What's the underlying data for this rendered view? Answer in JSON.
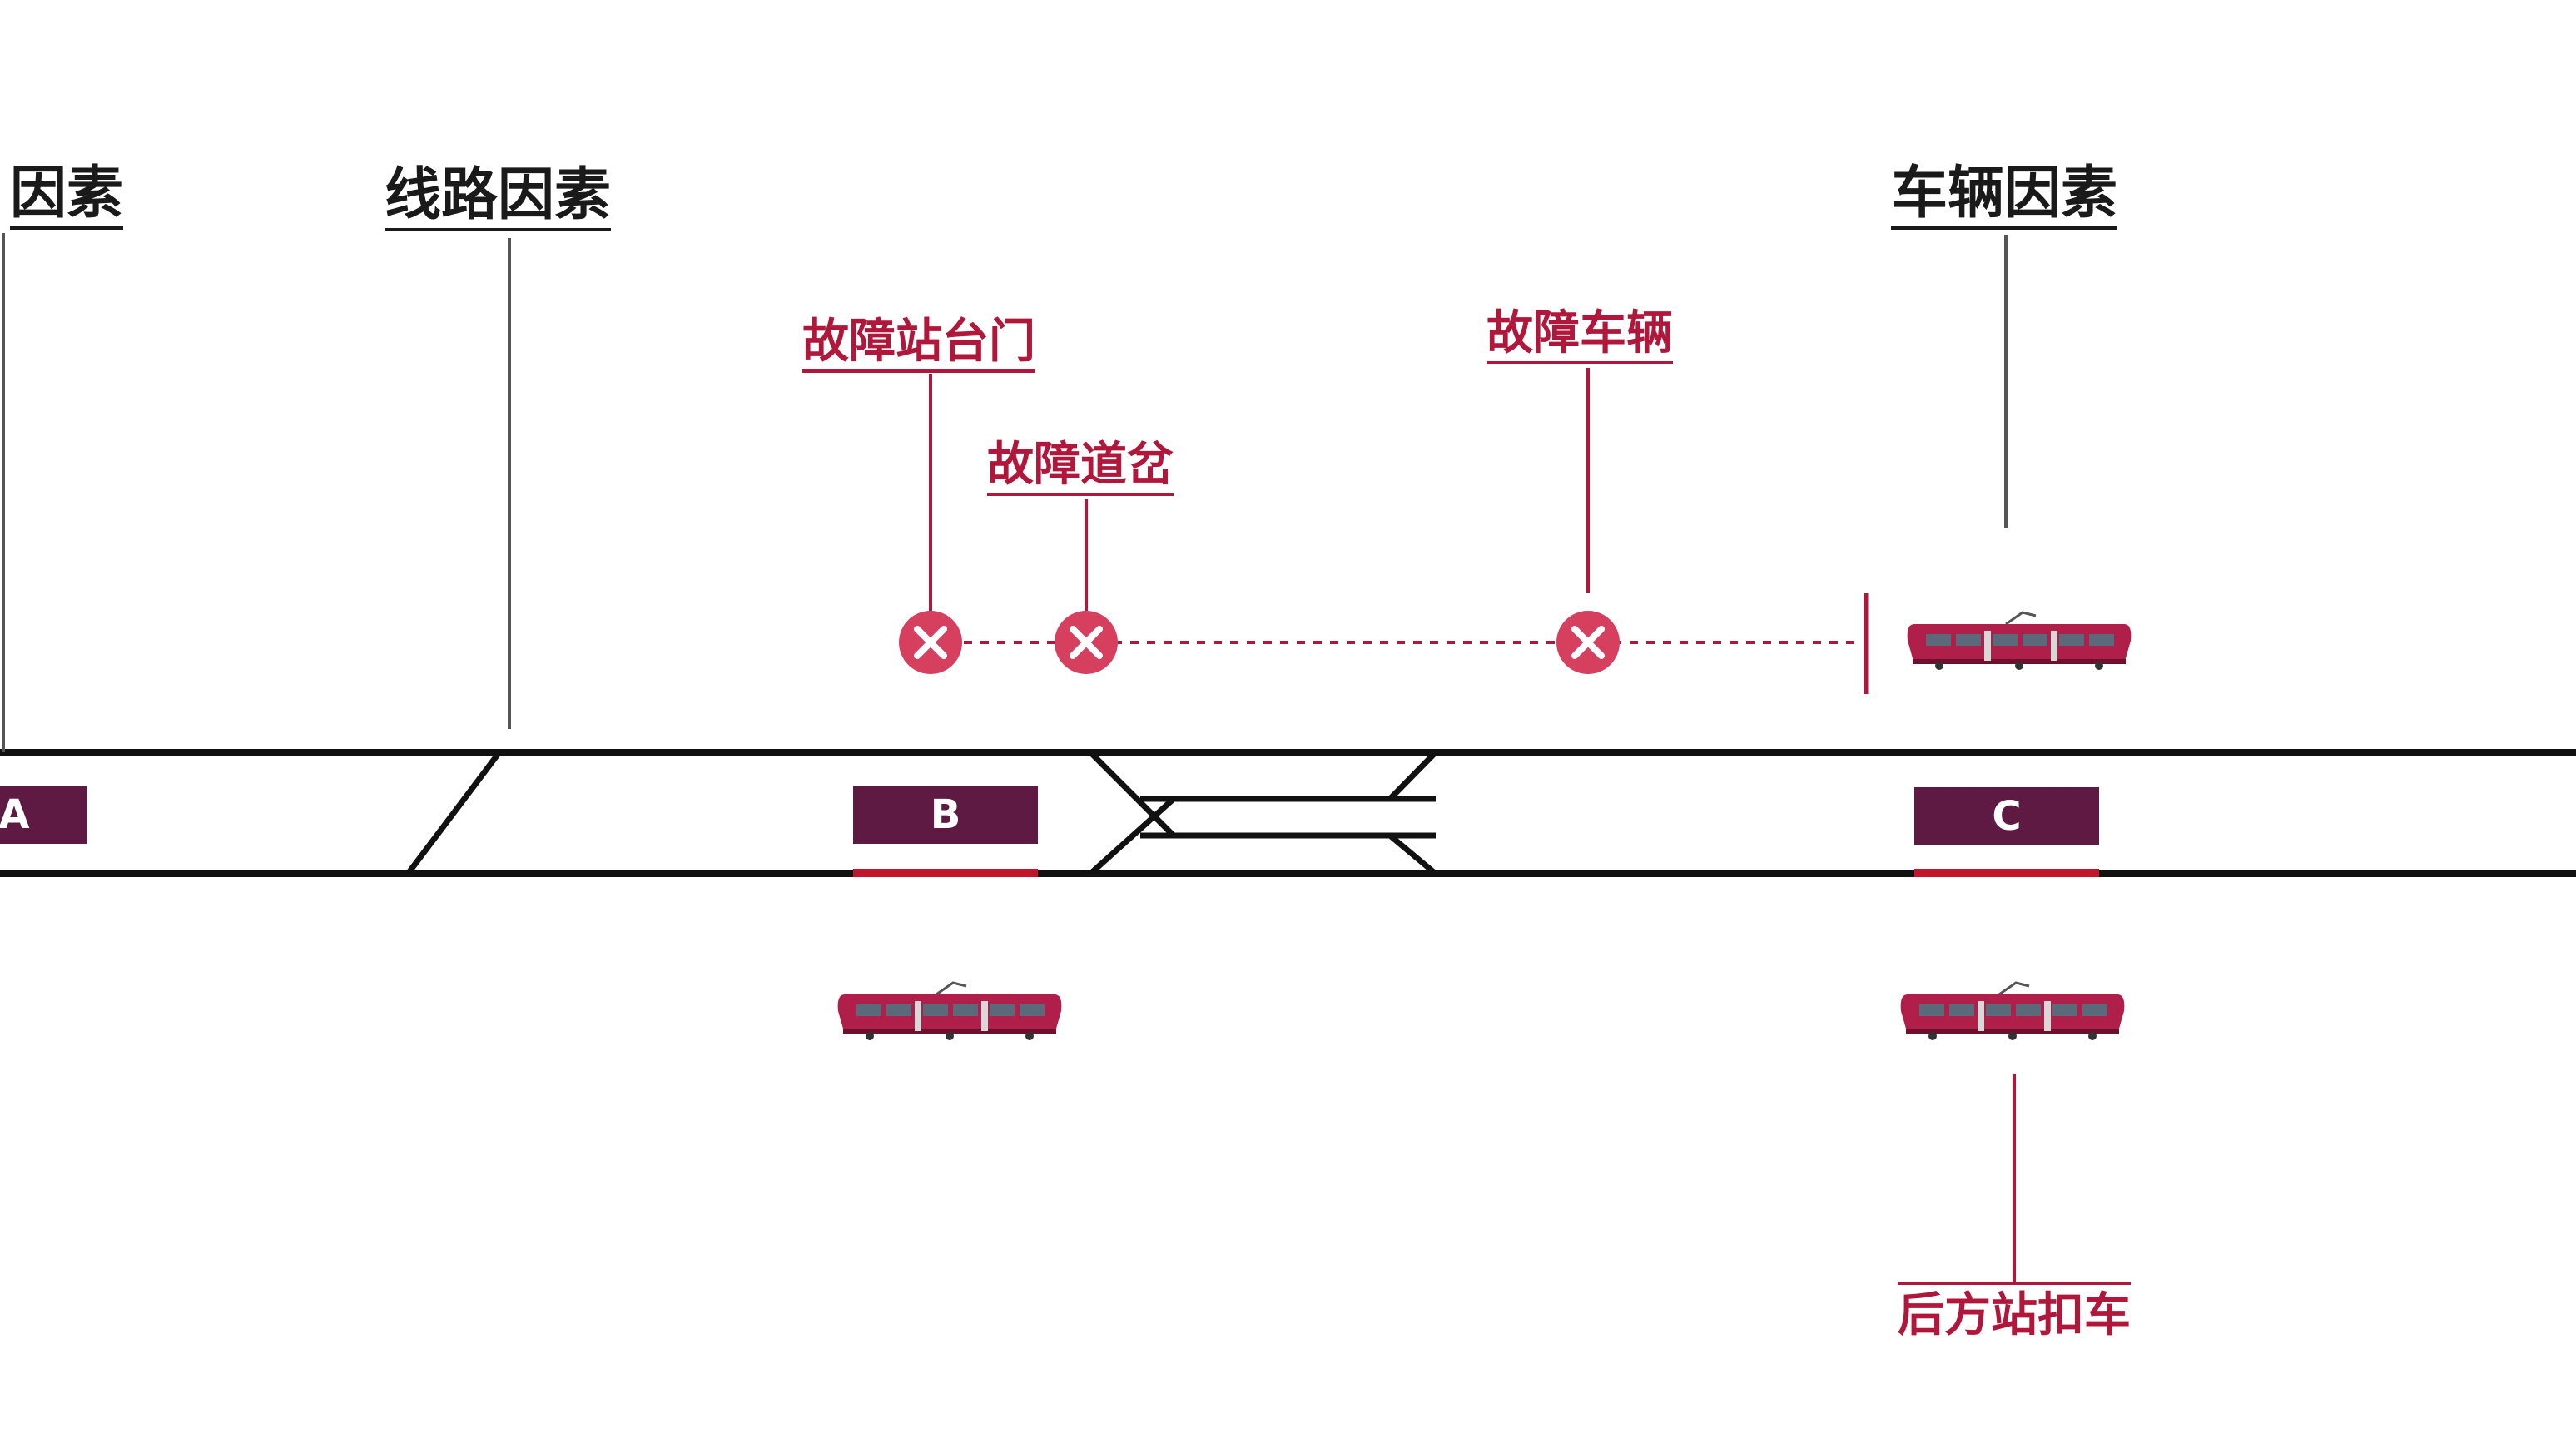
{
  "labels": {
    "left_factor": "因素",
    "line_factor": "线路因素",
    "vehicle_factor": "车辆因素",
    "fault_psd": "故障站台门",
    "fault_switch": "故障道岔",
    "fault_vehicle": "故障车辆",
    "hold_rear_station": "后方站扣车"
  },
  "stations": {
    "a": "A",
    "b": "B",
    "c": "C"
  },
  "colors": {
    "label_black": "#1a1a1a",
    "label_red": "#b0173a",
    "track": "#111111",
    "station_fill": "#5e1a43",
    "fault_marker": "#d6405e",
    "tram_body": "#b01e4a"
  },
  "icons": [
    "fault-x-icon",
    "tram-icon"
  ]
}
